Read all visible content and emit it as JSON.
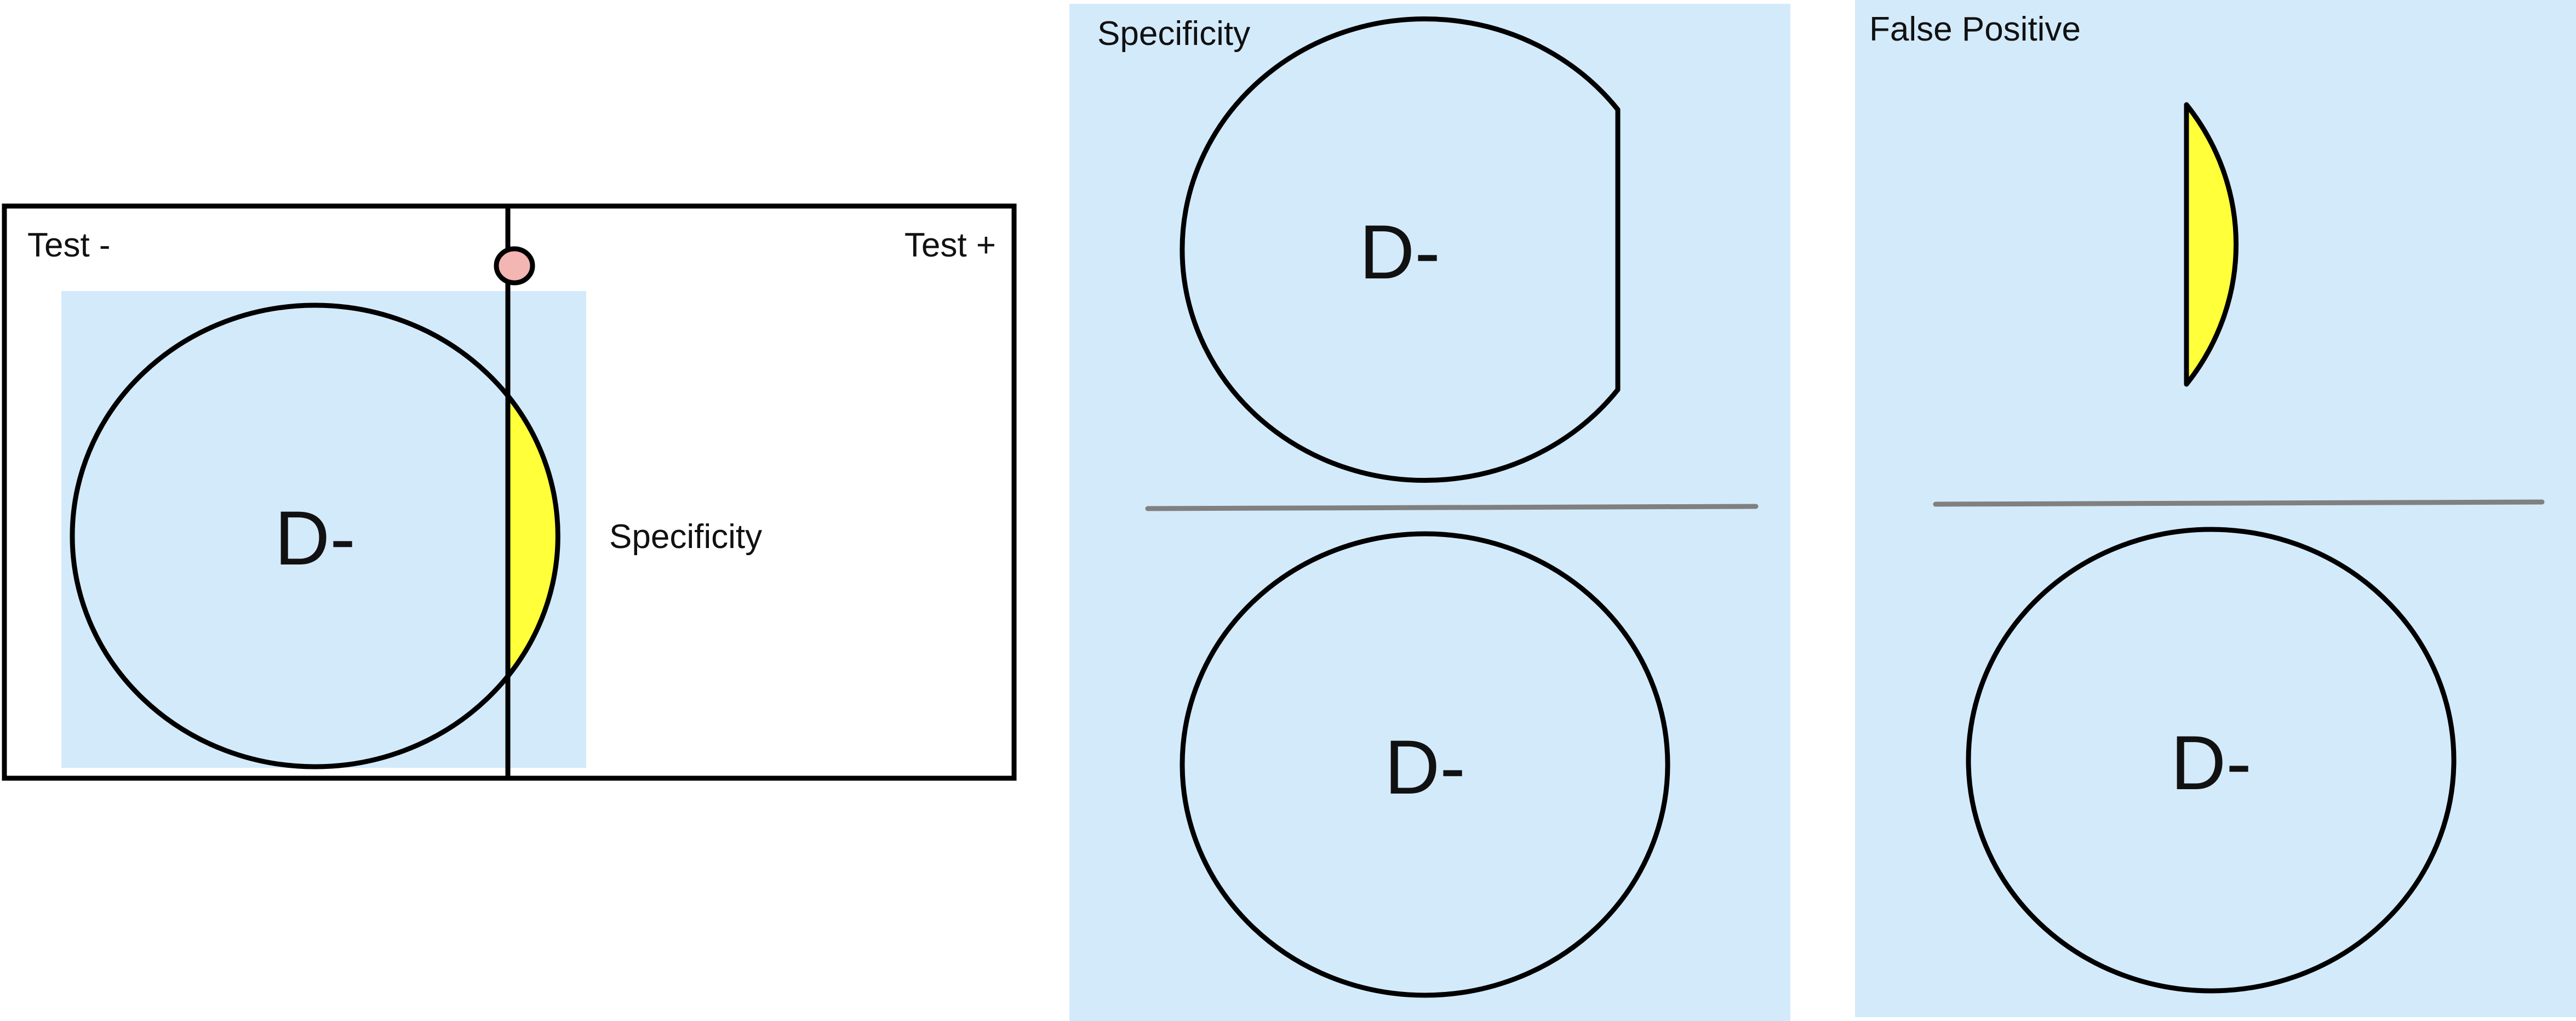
{
  "panel_left": {
    "test_negative_label": "Test -",
    "test_positive_label": "Test +",
    "circle_label": "D-",
    "side_label": "Specificity"
  },
  "panel_specificity": {
    "title": "Specificity",
    "numerator_label": "D-",
    "denominator_label": "D-"
  },
  "panel_false_positive": {
    "title": "False Positive",
    "denominator_label": "D-"
  },
  "colors": {
    "region_fill": "#d3eafb",
    "highlight_fill": "#ffff3a",
    "marker_fill": "#f3b6b2",
    "fraction_bar": "#808080",
    "outline": "#000000"
  }
}
